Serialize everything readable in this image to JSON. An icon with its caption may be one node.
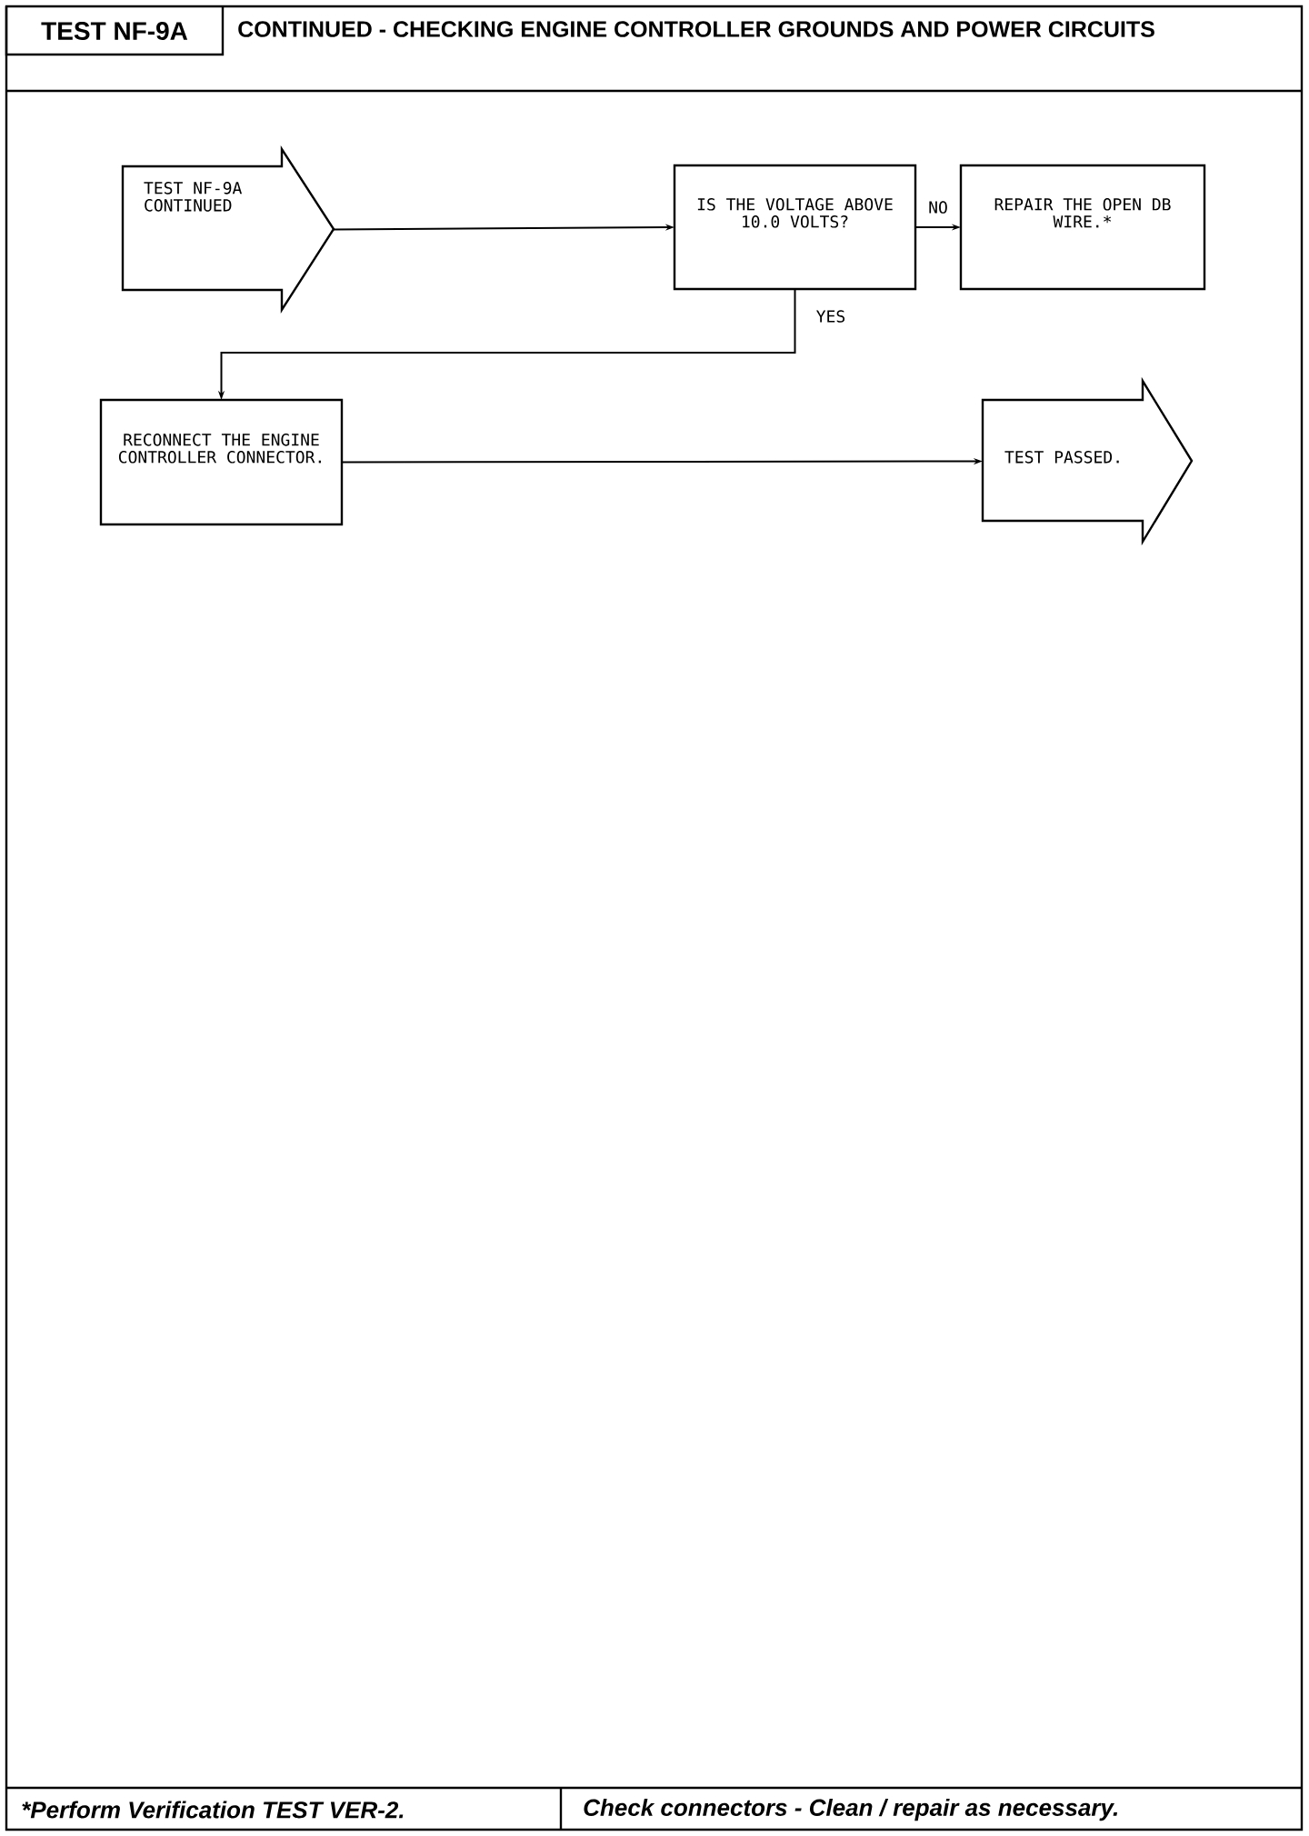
{
  "diagram": {
    "title": "CONTINUED -  CHECKING ENGINE CONTROLLER GROUNDS AND POWER CIRCUITS",
    "nodes": [
      {
        "text": [
          "TEST NF-9A CONTINUED"
        ]
      },
      {
        "text": [
          "IS THE VOLTAGE ABOVE 10.0 VOLTS?"
        ]
      },
      {
        "text": [
          "REPAIR THE OPEN DB WIRE.*"
        ]
      },
      {
        "text": [
          "RECONNECT THE ENGINE CONTROLLER CONNECTOR."
        ]
      },
      {
        "text": [
          "TEST PASSED."
        ]
      }
    ],
    "edges": [
      {
        "from": 0,
        "to": 1,
        "arrow": "to"
      },
      {
        "from": 1,
        "to": 2,
        "arrow": "to",
        "label": "NO"
      },
      {
        "from": 1,
        "to": 3,
        "arrow": "to",
        "label": "YES"
      },
      {
        "from": 3,
        "to": 4,
        "arrow": "to"
      }
    ],
    "labels": [
      "TEST NF-9A",
      "*Perform Verification TEST VER-2.",
      "Check connectors - Clean / repair as necessary."
    ]
  }
}
